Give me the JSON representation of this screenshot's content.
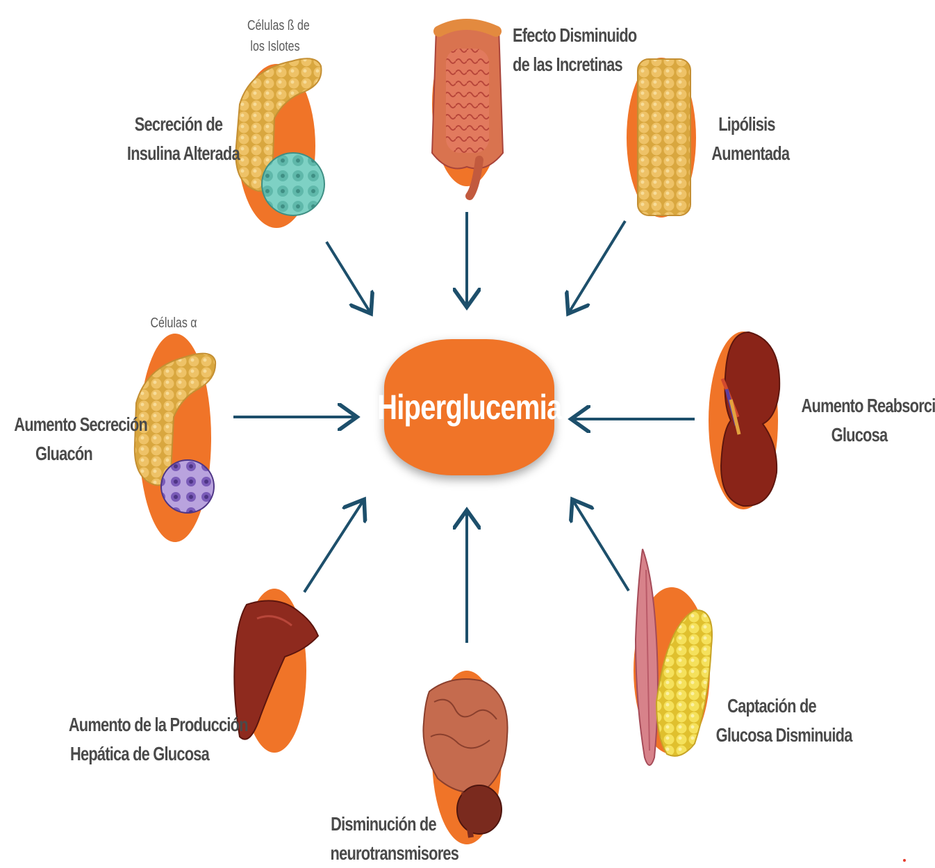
{
  "center": {
    "title": "Hiperglucemia"
  },
  "nodes": {
    "insulin": {
      "label_l1": "Secreción de",
      "label_l2": "Insulina Alterada",
      "sub_l1": "Células ß de",
      "sub_l2": "los Islotes"
    },
    "incretins": {
      "label_l1": "Efecto Disminuido",
      "label_l2": "de las Incretinas"
    },
    "lipolysis": {
      "label_l1": "Lipólisis",
      "label_l2": "Aumentada"
    },
    "glucagon": {
      "label_l1": "Aumento Secreción",
      "label_l2": "Gluacón",
      "sub": "Células α"
    },
    "reabsorption": {
      "label_l1": "Aumento Reabsorción",
      "label_l2": "Glucosa"
    },
    "hepatic": {
      "label_l1": "Aumento de la Producción",
      "label_l2": "Hepática de Glucosa"
    },
    "neuro": {
      "label_l1": "Disminución de",
      "label_l2": "neurotransmisores"
    },
    "uptake": {
      "label_l1": "Captación de",
      "label_l2": "Glucosa Disminuida"
    }
  },
  "colors": {
    "accent": "#f07428",
    "arrow": "#1d4f6b",
    "text": "#4a4a4a",
    "pancreas": "#e8b85a",
    "beta_cells": "#5fc0b0",
    "alpha_cells": "#7a5bb8",
    "liver": "#8e2a1e",
    "kidney": "#8a2418",
    "brain": "#c56b4e",
    "fat": "#e6b74e",
    "muscle": "#d7828a",
    "intestine": "#e06a4e"
  },
  "icons": [
    "pancreas-icon",
    "beta-islet-cells-icon",
    "intestine-icon",
    "adipose-tissue-icon",
    "alpha-cells-icon",
    "kidney-icon",
    "liver-icon",
    "brain-icon",
    "muscle-fat-icon"
  ]
}
